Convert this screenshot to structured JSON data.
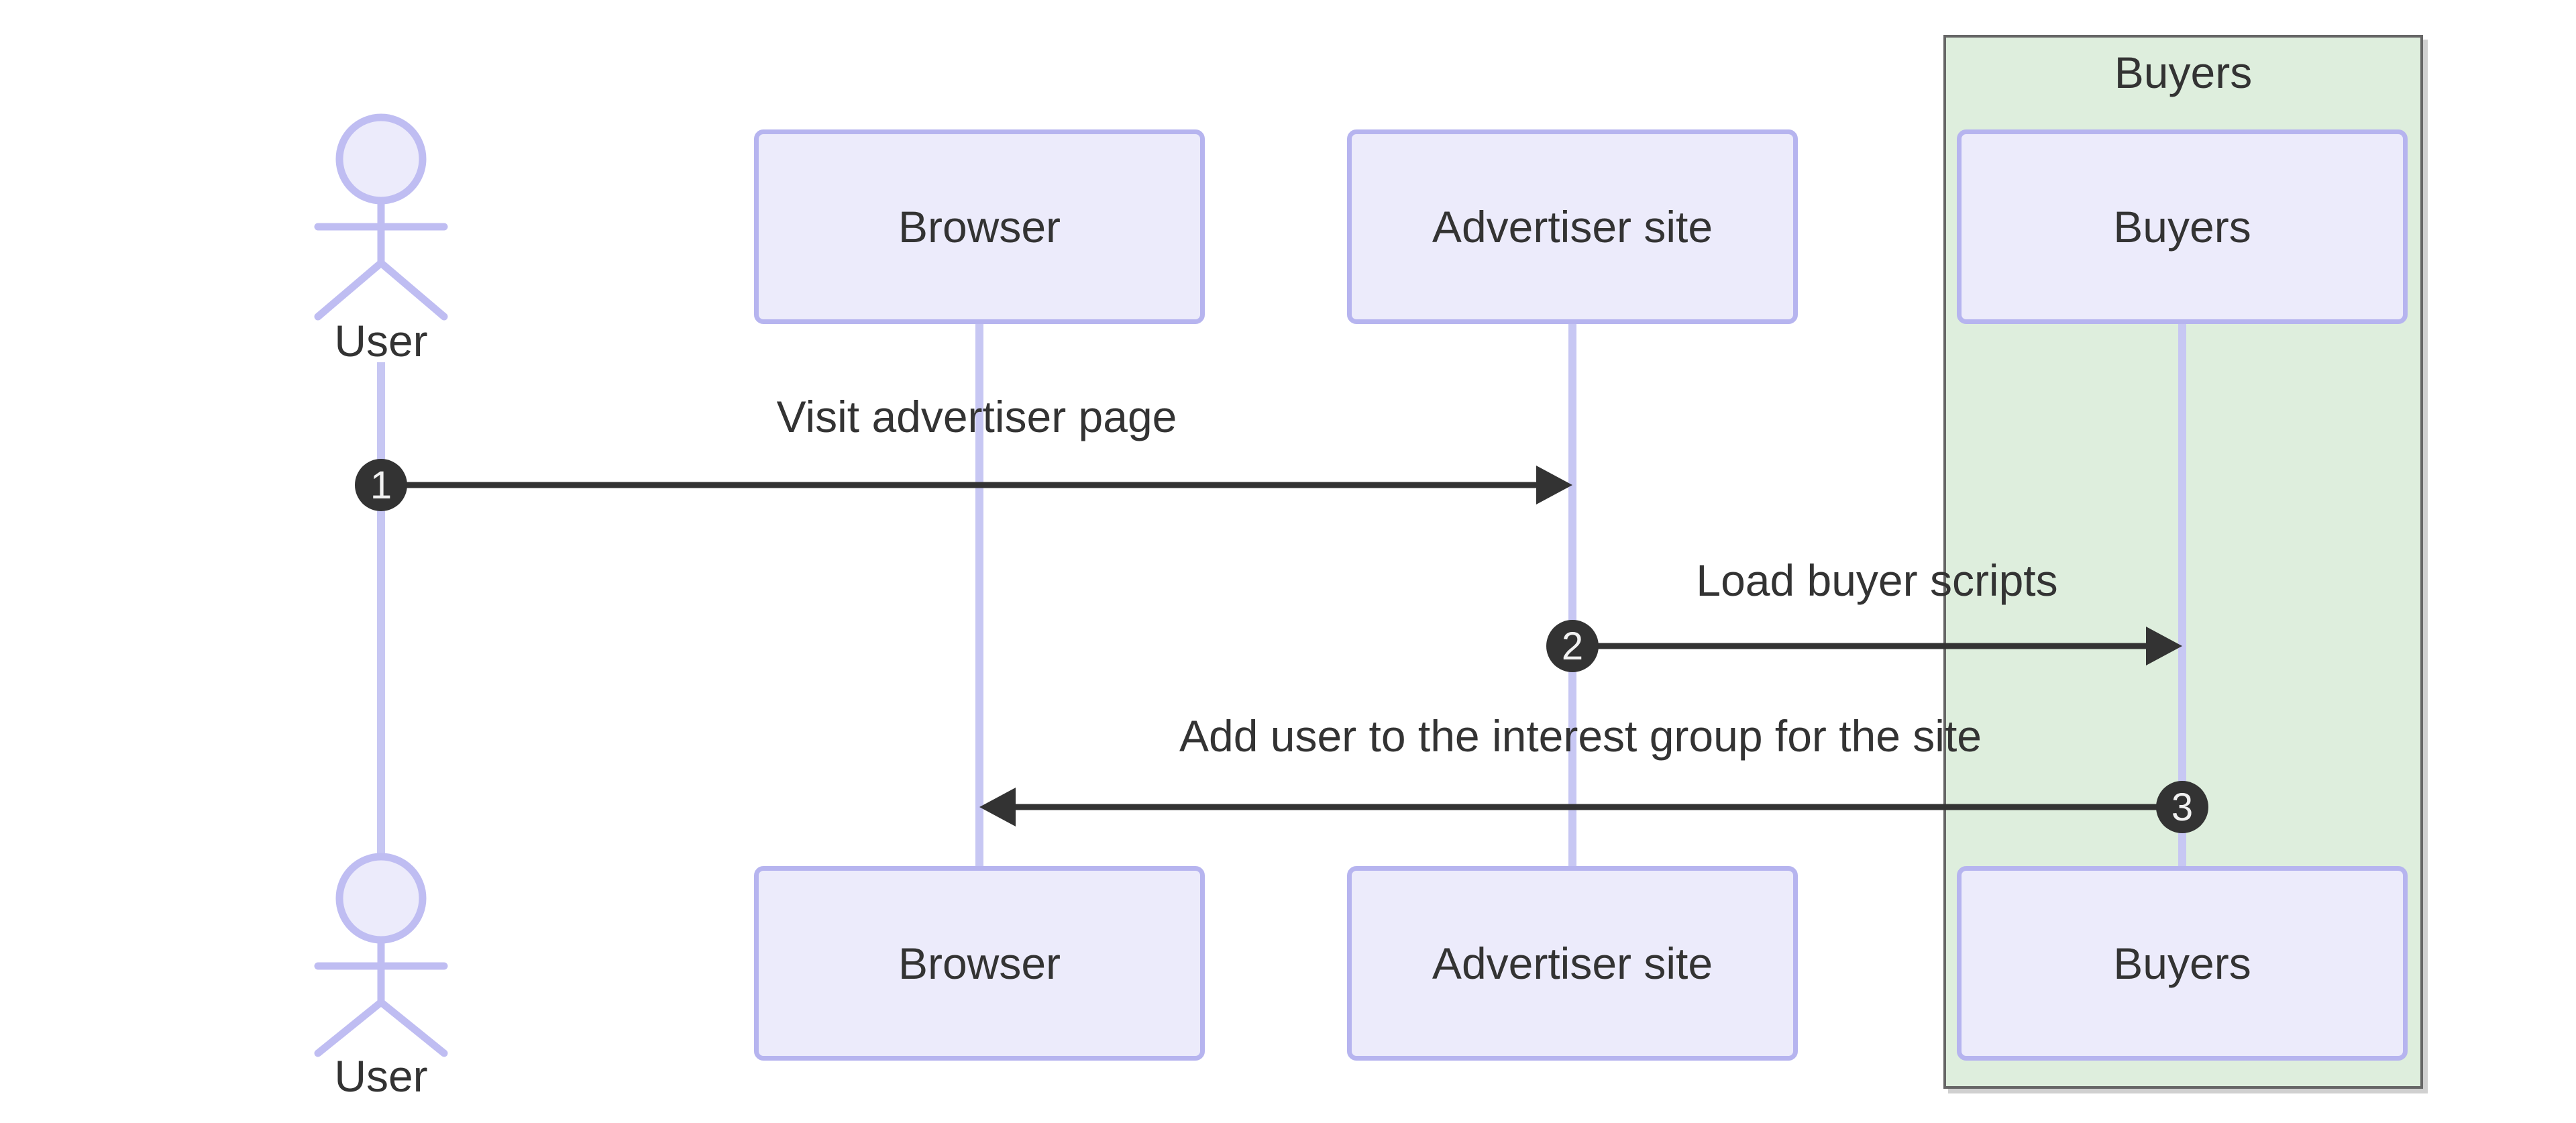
{
  "diagram_type": "sequence-diagram",
  "group": {
    "label": "Buyers"
  },
  "participants": [
    {
      "id": "user",
      "type": "actor",
      "label": "User"
    },
    {
      "id": "browser",
      "type": "participant",
      "label": "Browser"
    },
    {
      "id": "advertiser",
      "type": "participant",
      "label": "Advertiser site"
    },
    {
      "id": "buyers",
      "type": "participant",
      "label": "Buyers",
      "group": "Buyers"
    }
  ],
  "messages": [
    {
      "seq": "1",
      "from": "User",
      "to": "Advertiser site",
      "label": "Visit advertiser page"
    },
    {
      "seq": "2",
      "from": "Advertiser site",
      "to": "Buyers",
      "label": "Load buyer scripts"
    },
    {
      "seq": "3",
      "from": "Buyers",
      "to": "Browser",
      "label": "Add user to the interest group for the site"
    }
  ],
  "colors": {
    "participant_fill": "#ECEBFB",
    "participant_border": "#B6B4EF",
    "actor_stroke": "#BFBDF2",
    "lifeline": "#C7C7F3",
    "group_fill": "#DEEEDD",
    "group_border": "#666666",
    "arrow": "#333333",
    "seq_circle_fill": "#333333",
    "seq_circle_text": "#F2F2F2",
    "text": "#333333"
  }
}
